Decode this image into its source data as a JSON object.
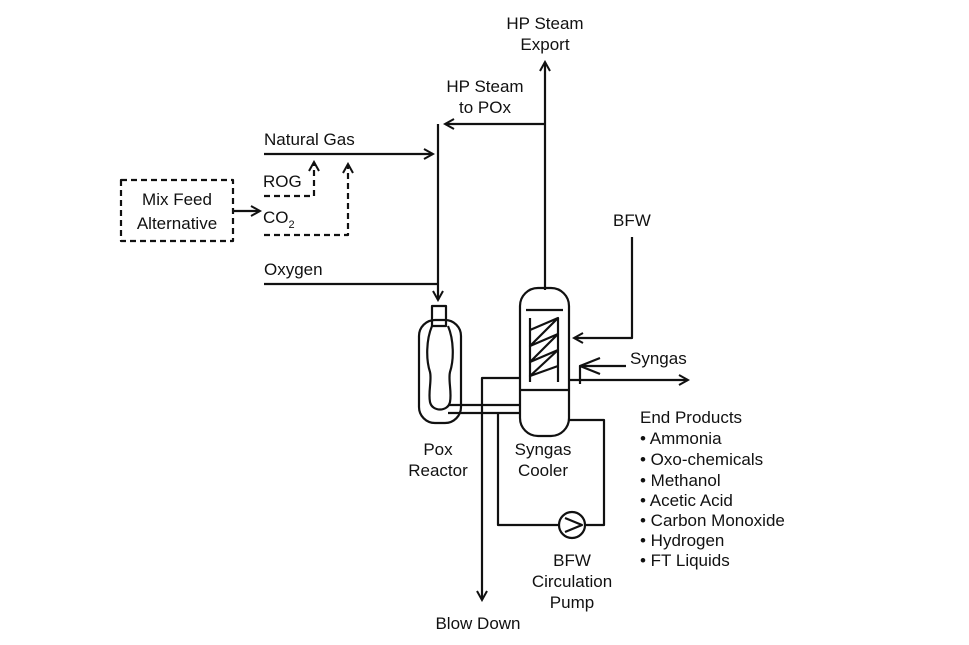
{
  "labels": {
    "hp_steam_export": [
      "HP Steam",
      "Export"
    ],
    "hp_steam_to_pox": [
      "HP Steam",
      "to POx"
    ],
    "natural_gas": "Natural Gas",
    "rog": "ROG",
    "co2_main": "CO",
    "co2_sub": "2",
    "mix_feed": [
      "Mix Feed",
      "Alternative"
    ],
    "oxygen": "Oxygen",
    "bfw": "BFW",
    "syngas": "Syngas",
    "pox_reactor": [
      "Pox",
      "Reactor"
    ],
    "syngas_cooler": [
      "Syngas",
      "Cooler"
    ],
    "bfw_pump": [
      "BFW",
      "Circulation",
      "Pump"
    ],
    "blow_down": "Blow Down",
    "end_products_title": "End Products",
    "end_products": [
      "• Ammonia",
      "• Oxo-chemicals",
      "• Methanol",
      "• Acetic Acid",
      "• Carbon Monoxide",
      "• Hydrogen",
      "• FT Liquids"
    ]
  },
  "colors": {
    "ink": "#111111",
    "background": "#ffffff"
  }
}
